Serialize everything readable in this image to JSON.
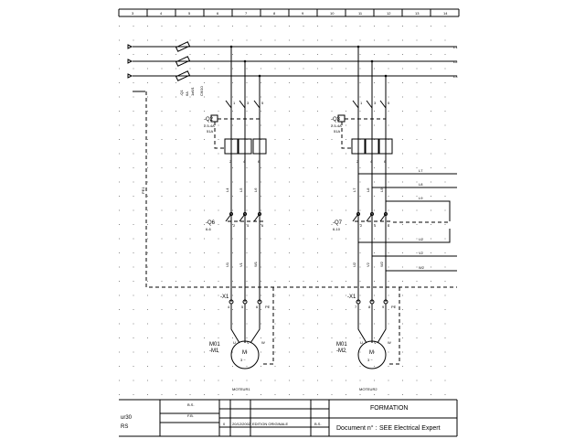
{
  "columns": [
    "3",
    "4",
    "5",
    "6",
    "7",
    "8",
    "9",
    "10",
    "11",
    "12",
    "13",
    "14"
  ],
  "lines": {
    "l1": "L1",
    "l2": "L2",
    "l3": "L3",
    "pe": "PE1"
  },
  "q1": {
    "ref": "-Q1",
    "a": "6A",
    "b": "1x6/1",
    "c": "C6/10",
    "t1": "1",
    "t2": "2",
    "t3": "3",
    "t4": "4",
    "t5": "5",
    "t6": "6"
  },
  "motor1": {
    "q2": "-Q2",
    "q2_range": "2.5-4A",
    "q2_rating": "51A",
    "q6": "-Q6",
    "q6_ref": "6-6",
    "wires": [
      "L4",
      "L5",
      "L6"
    ],
    "out": [
      "U1",
      "V1",
      "W1"
    ],
    "terminal": "-X1",
    "terms": [
      "4",
      "5",
      "6",
      "PE"
    ],
    "ref1": "M01",
    "ref2": "-M1",
    "uvw": [
      "U",
      "V",
      "W"
    ],
    "m": "M",
    "phase": "3 ~",
    "name": "MOTEUR1"
  },
  "motor2": {
    "q3": "-Q3",
    "q3_range": "2.5-4A",
    "q3_rating": "51A",
    "q7": "-Q7",
    "q7_ref": "6-10",
    "wires": [
      "L7",
      "L8",
      "L9"
    ],
    "out": [
      "U2",
      "V2",
      "W2"
    ],
    "terminal": "-X1",
    "terms": [
      "7",
      "8",
      "9",
      "PE"
    ],
    "ref1": "M01",
    "ref2": "-M2",
    "uvw": [
      "U",
      "V",
      "W"
    ],
    "m": "M",
    "phase": "3 ~",
    "name": "MOTEUR2"
  },
  "contacts": {
    "top": [
      "1",
      "3",
      "5"
    ],
    "bot": [
      "2",
      "4",
      "6"
    ]
  },
  "title_block": {
    "left1": "ur30",
    "left2": "RS",
    "drawn": "B.S.",
    "checked": "F.B.",
    "rev": "0",
    "date": "20/12/2002",
    "desc": "EDITION ORIGINALE",
    "init": "B.S.",
    "formation": "FORMATION",
    "doc_label": "Document n° :",
    "doc_value": "SEE Electrical Expert"
  }
}
